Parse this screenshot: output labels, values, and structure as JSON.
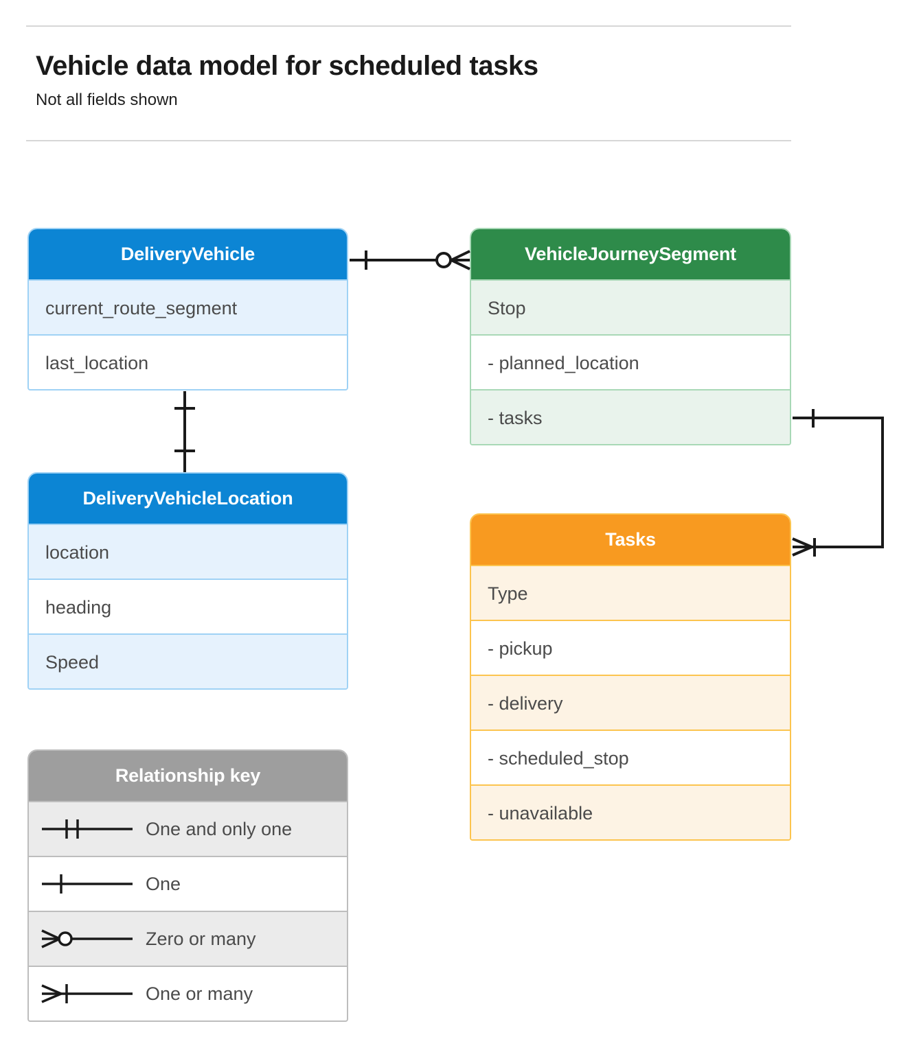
{
  "header": {
    "title": "Vehicle data model for scheduled tasks",
    "subtitle": "Not all fields shown"
  },
  "colors": {
    "blue_header": "#0c85d4",
    "blue_row": "#e6f2fd",
    "blue_border": "#9fd2f5",
    "green_header": "#2e8b4a",
    "green_row": "#e9f3ec",
    "green_border": "#a8d8b6",
    "orange_header": "#f89a20",
    "orange_row": "#fdf3e4",
    "orange_border": "#fcc44e",
    "gray_header": "#9e9e9e",
    "gray_row": "#ebebeb",
    "gray_border": "#bdbdbd",
    "line": "#1a1a1a",
    "rule": "#d6d6d6"
  },
  "entities": [
    {
      "id": "delivery-vehicle",
      "title": "DeliveryVehicle",
      "theme": "blue",
      "rows": [
        "current_route_segment",
        "last_location"
      ]
    },
    {
      "id": "vehicle-journey-segment",
      "title": "VehicleJourneySegment",
      "theme": "green",
      "rows": [
        "Stop",
        "-  planned_location",
        "- tasks"
      ]
    },
    {
      "id": "delivery-vehicle-location",
      "title": "DeliveryVehicleLocation",
      "theme": "blue",
      "rows": [
        "location",
        "heading",
        "Speed"
      ]
    },
    {
      "id": "tasks",
      "title": "Tasks",
      "theme": "orange",
      "rows": [
        "Type",
        "-  pickup",
        "-  delivery",
        "-  scheduled_stop",
        "-  unavailable"
      ]
    }
  ],
  "legend": {
    "title": "Relationship key",
    "items": [
      {
        "symbol": "one-and-only-one",
        "label": "One and only one"
      },
      {
        "symbol": "one",
        "label": "One"
      },
      {
        "symbol": "zero-or-many",
        "label": "Zero or many"
      },
      {
        "symbol": "one-or-many",
        "label": "One or many"
      }
    ]
  },
  "relationships": [
    {
      "id": "vehicle-to-journey-segment",
      "from": "DeliveryVehicle",
      "to": "VehicleJourneySegment",
      "from_cardinality": "One",
      "to_cardinality": "Zero or many"
    },
    {
      "id": "vehicle-to-vehicle-location",
      "from": "DeliveryVehicle",
      "to": "DeliveryVehicleLocation",
      "from_cardinality": "One",
      "to_cardinality": "One"
    },
    {
      "id": "journey-segment-tasks-to-tasks",
      "from": "VehicleJourneySegment.tasks",
      "to": "Tasks",
      "from_cardinality": "One",
      "to_cardinality": "One or many"
    }
  ]
}
